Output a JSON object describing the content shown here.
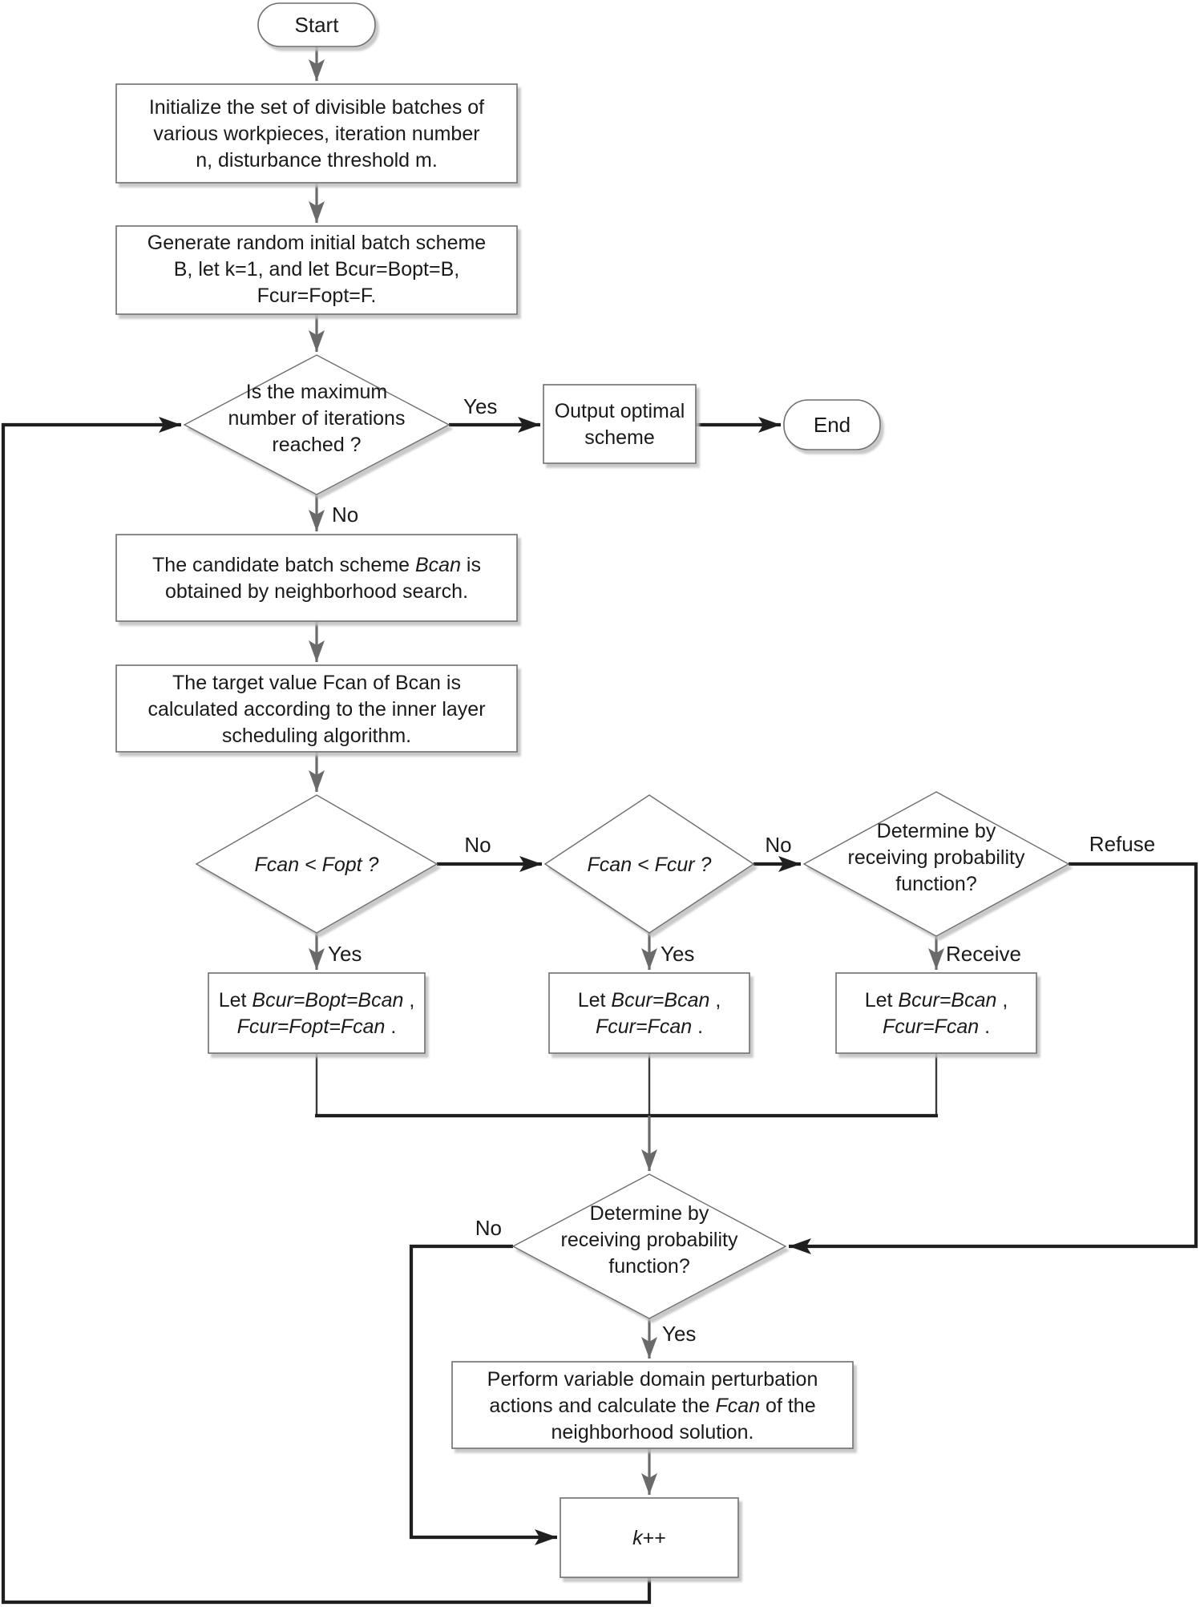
{
  "figure": {
    "title_hint": "Outer-layer simulated annealing batch scheduling flowchart",
    "colors": {
      "background": "#ffffff",
      "box_border": "#6e6e6e",
      "gray_arrow": "#6a6a6a",
      "black_line": "#1f1f1f",
      "text": "#1a1a1a",
      "shadow": "#bfbfbf"
    },
    "nodes": {
      "start": "Start",
      "init": [
        "Initialize the set of divisible batches of",
        "various workpieces, iteration number",
        "n, disturbance threshold m."
      ],
      "generate": [
        "Generate random initial batch scheme",
        "B, let k=1, and let Bcur=Bopt=B,",
        "Fcur=Fopt=F."
      ],
      "max_iter": [
        "Is the maximum",
        "number of iterations",
        "reached ?"
      ],
      "output": [
        "Output optimal",
        "scheme"
      ],
      "end": "End",
      "candidate": {
        "pre": "The candidate batch scheme ",
        "it": "Bcan",
        "post": " is",
        "line2": "obtained by neighborhood search."
      },
      "target": [
        "The target value Fcan of Bcan is",
        "calculated according to the inner layer",
        "scheduling algorithm."
      ],
      "cmp_opt": "Fcan < Fopt ?",
      "cmp_cur": "Fcan < Fcur ?",
      "recv_prob1": [
        "Determine by",
        "receiving probability",
        "function?"
      ],
      "let1": {
        "pre": "Let ",
        "it1": "Bcur=Bopt=Bcan",
        "mid": " ,",
        "it2": "Fcur=Fopt=Fcan",
        "post": " ."
      },
      "let2": {
        "pre": "Let ",
        "it1": "Bcur=Bcan",
        "mid": " ,",
        "it2": "Fcur=Fcan",
        "post": " ."
      },
      "let3": {
        "pre": "Let ",
        "it1": "Bcur=Bcan",
        "mid": " ,",
        "it2": "Fcur=Fcan",
        "post": " ."
      },
      "recv_prob2": [
        "Determine by",
        "receiving probability",
        "function?"
      ],
      "perturb": {
        "line1": "Perform variable domain perturbation",
        "pre": "actions and calculate the ",
        "it": "Fcan",
        "post": " of the",
        "line3": "neighborhood solution."
      },
      "kpp": {
        "it": "k",
        "post": "++"
      }
    },
    "labels": {
      "yes1": "Yes",
      "no1": "No",
      "no2": "No",
      "no3": "No",
      "refuse": "Refuse",
      "yes2": "Yes",
      "yes3": "Yes",
      "receive": "Receive",
      "no4": "No",
      "yes4": "Yes"
    }
  }
}
